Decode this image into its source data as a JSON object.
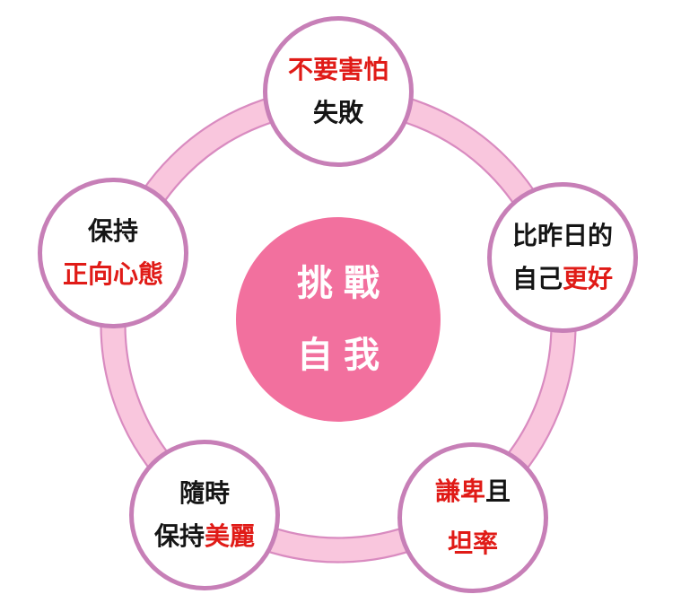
{
  "diagram": {
    "type": "cycle-diagram",
    "center": {
      "line1": "挑戰",
      "line2": "自我"
    },
    "nodes": {
      "top": {
        "line1_red": "不要害怕",
        "line2_black": "失敗"
      },
      "right": {
        "line1_black": "比昨日的",
        "line2_black": "自己",
        "line2_red": "更好"
      },
      "left": {
        "line1_black": "保持",
        "line2_red": "正向心態"
      },
      "bottom_left": {
        "line1_black": "隨時",
        "line2_black": "保持",
        "line2_red": "美麗"
      },
      "bottom_right": {
        "line1_red": "謙卑",
        "line1_black": "且",
        "line2_red": "坦率"
      }
    },
    "palette": {
      "center_fill": "#f2709e",
      "center_text": "#ffffff",
      "ring_fill": "#f9c6dd",
      "ring_edge": "#d98bc0",
      "node_border": "#c77fb7",
      "node_fill": "#ffffff",
      "accent_red": "#e01b17",
      "text_black": "#151515",
      "background": "#ffffff"
    }
  }
}
